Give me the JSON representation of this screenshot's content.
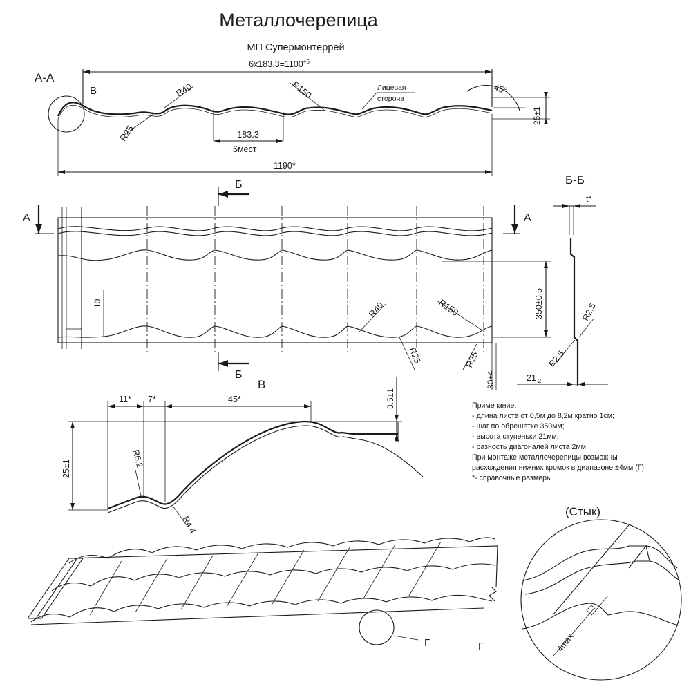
{
  "title": "Металлочерепица",
  "subtitle": "МП Супермонтеррей",
  "section_aa": {
    "label": "А-А",
    "callout_b": "В",
    "overall_dim_main": "6x183.3=1100",
    "overall_dim_sup": "+5",
    "r40": "R40",
    "r150": "R150",
    "r25": "R25",
    "face_side_line1": "Лицевая",
    "face_side_line2": "сторона",
    "angle": "45°",
    "height": "25±1",
    "pitch": "183.3",
    "pitch_count": "6мест",
    "total_width": "1190*"
  },
  "plan_view": {
    "section_b_top": "Б",
    "section_b_bottom": "Б",
    "section_a_left": "А",
    "section_a_right": "А",
    "step_dim": "350±0.5",
    "edge_dim": "10",
    "r40": "R40",
    "r150": "R150",
    "r25_a": "R25",
    "r25_b": "R25",
    "bottom_dim": "30±4"
  },
  "section_bb": {
    "label": "Б-Б",
    "thickness": "t*",
    "r25_top": "R2.5",
    "r25_bottom": "R2.5",
    "step_main": "21",
    "step_sub": "-2"
  },
  "detail_v": {
    "label": "В",
    "d11": "11*",
    "d7": "7*",
    "d45": "45*",
    "d35": "3.5±1",
    "height": "25±1",
    "r62": "R6.2",
    "r44": "R4.4"
  },
  "notes": {
    "header": "Примечание:",
    "lines": [
      "- длина листа от 0,5м до 8,2м кратно 1см;",
      "- шаг по обрешетке 350мм;",
      "- высота ступеньки 21мм;",
      "- разность диагоналей листа 2мм;",
      "При монтаже металлочерепицы возможны",
      "расхождения нижних кромок в диапазоне ±4мм (Г)",
      "*- справочные размеры"
    ]
  },
  "joint": {
    "label": "(Стык)",
    "dim": "4max"
  },
  "iso": {
    "callout_g": "Г",
    "label_g": "Г"
  }
}
